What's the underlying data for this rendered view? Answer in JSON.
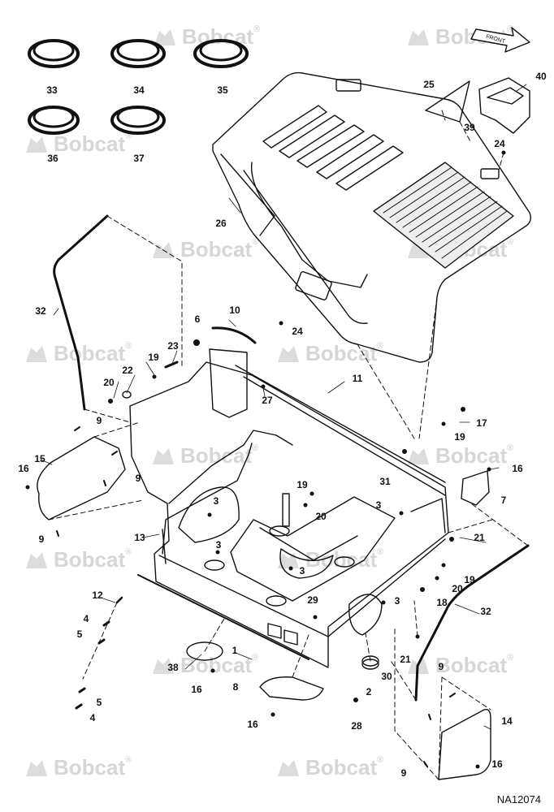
{
  "watermark": {
    "brand": "Bobcat",
    "mark": "®"
  },
  "front_arrow": {
    "label": "FRONT"
  },
  "document_id": "NA12074",
  "part_labels": [
    "33",
    "34",
    "35",
    "36",
    "37",
    "25",
    "40",
    "39",
    "24",
    "26",
    "32",
    "6",
    "10",
    "24",
    "19",
    "23",
    "22",
    "20",
    "27",
    "11",
    "9",
    "17",
    "19",
    "15",
    "9",
    "16",
    "16",
    "7",
    "31",
    "19",
    "20",
    "3",
    "3",
    "13",
    "3",
    "21",
    "3",
    "19",
    "20",
    "9",
    "12",
    "4",
    "5",
    "29",
    "18",
    "1",
    "3",
    "21",
    "32",
    "38",
    "16",
    "30",
    "2",
    "9",
    "8",
    "5",
    "4",
    "16",
    "28",
    "14",
    "9",
    "16"
  ]
}
